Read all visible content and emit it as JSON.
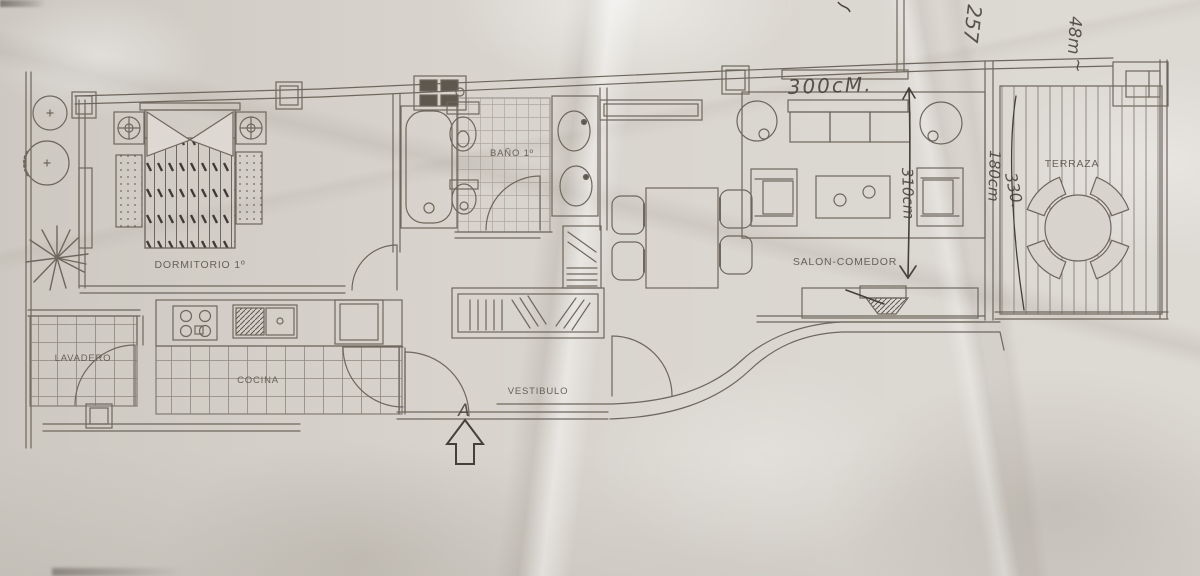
{
  "photo": {
    "description": "crumpled paper floor plan photo",
    "colors": {
      "paper": "#d8d4cd",
      "ink": "#6e675d",
      "pencil": "#45403a"
    }
  },
  "plan": {
    "rooms": {
      "dormitorio": {
        "label": "DORMITORIO 1º"
      },
      "bano": {
        "label": "BAÑO 1º"
      },
      "lavadero": {
        "label": "LAVADERO"
      },
      "cocina": {
        "label": "COCINA"
      },
      "vestibulo": {
        "label": "VESTIBULO"
      },
      "salon_comedor": {
        "label": "SALON-COMEDOR"
      },
      "terraza": {
        "label": "TERRAZA"
      }
    },
    "entrance": {
      "letter": "A"
    }
  },
  "handwritten": {
    "dim_300": "300cM.",
    "dim_310": "310cm",
    "dim_180": "180cm",
    "dim_330": "330.",
    "num_257": "257",
    "num_48m": "48m",
    "squiggle": "~"
  }
}
